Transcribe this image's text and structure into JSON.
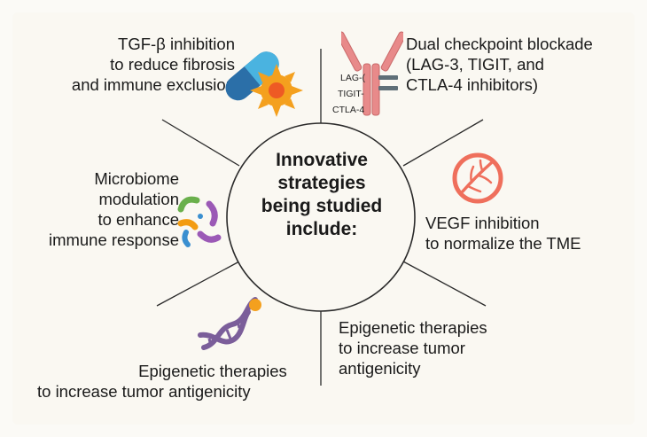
{
  "center": {
    "line1": "Innovative",
    "line2": "strategies",
    "line3": "being studied",
    "line4": "include:"
  },
  "items": [
    {
      "id": "tgf",
      "lines": [
        "TGF-β inhibition",
        "to reduce fibrosis",
        "and immune exclusion"
      ],
      "icon": "pill-and-cell-icon"
    },
    {
      "id": "dual",
      "lines": [
        "Dual checkpoint blockade",
        "(LAG-3, TIGIT, and",
        "CTLA-4 inhibitors)"
      ],
      "icon": "antibody-icon",
      "antibody_labels": [
        "LAG-(",
        "TIGIT-",
        "CTLA-4"
      ]
    },
    {
      "id": "microbiome",
      "lines": [
        "Microbiome",
        "modulation",
        "to enhance",
        "immune response"
      ],
      "icon": "microbes-icon"
    },
    {
      "id": "vegf",
      "lines": [
        "VEGF inhibition",
        "to normalize the TME"
      ],
      "icon": "blocked-vessel-icon"
    },
    {
      "id": "epi_left",
      "lines": [
        "Epigenetic therapies",
        "to increase tumor antigenicity"
      ],
      "icon": "dna-icon"
    },
    {
      "id": "epi_right",
      "lines": [
        "Epigenetic therapies",
        "to increase tumor",
        "antigenicity"
      ]
    }
  ],
  "colors": {
    "pill_blue": "#4ab3e0",
    "pill_navy": "#2b6fa8",
    "cell_orange": "#f4a01e",
    "cell_core": "#ee5a24",
    "antibody": "#e88a8a",
    "antibody_dark": "#c96a6a",
    "bar_gray": "#5f6f78",
    "vegf_red": "#ef6f5c",
    "dna_purple": "#7b5e9a",
    "dot_orange": "#f4a01e",
    "microbe_green": "#6ab04c",
    "microbe_purple": "#9b59b6",
    "microbe_blue": "#3a8fd0",
    "microbe_orange": "#f39c12"
  }
}
